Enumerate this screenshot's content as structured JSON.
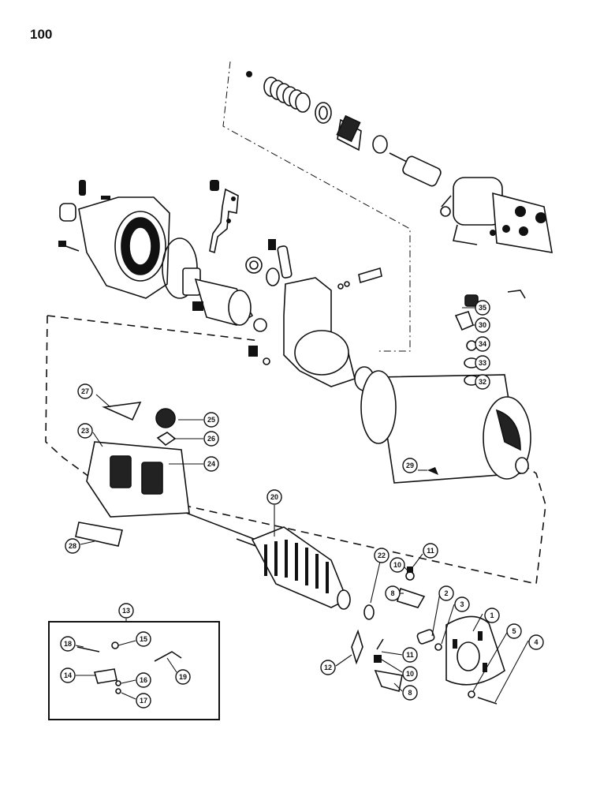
{
  "page": {
    "number": "100"
  },
  "callouts": [
    {
      "id": "c1",
      "label": "1"
    },
    {
      "id": "c2",
      "label": "2"
    },
    {
      "id": "c3",
      "label": "3"
    },
    {
      "id": "c4",
      "label": "4"
    },
    {
      "id": "c5",
      "label": "5"
    },
    {
      "id": "c8a",
      "label": "8"
    },
    {
      "id": "c8b",
      "label": "8"
    },
    {
      "id": "c10a",
      "label": "10"
    },
    {
      "id": "c10b",
      "label": "10"
    },
    {
      "id": "c11a",
      "label": "11"
    },
    {
      "id": "c11b",
      "label": "11"
    },
    {
      "id": "c12",
      "label": "12"
    },
    {
      "id": "c13",
      "label": "13"
    },
    {
      "id": "c14",
      "label": "14"
    },
    {
      "id": "c15",
      "label": "15"
    },
    {
      "id": "c16",
      "label": "16"
    },
    {
      "id": "c17",
      "label": "17"
    },
    {
      "id": "c18",
      "label": "18"
    },
    {
      "id": "c19",
      "label": "19"
    },
    {
      "id": "c20",
      "label": "20"
    },
    {
      "id": "c22",
      "label": "22"
    },
    {
      "id": "c23",
      "label": "23"
    },
    {
      "id": "c24",
      "label": "24"
    },
    {
      "id": "c25",
      "label": "25"
    },
    {
      "id": "c26",
      "label": "26"
    },
    {
      "id": "c27",
      "label": "27"
    },
    {
      "id": "c28",
      "label": "28"
    },
    {
      "id": "c29",
      "label": "29"
    },
    {
      "id": "c30",
      "label": "30"
    },
    {
      "id": "c32",
      "label": "32"
    },
    {
      "id": "c33",
      "label": "33"
    },
    {
      "id": "c34",
      "label": "34"
    },
    {
      "id": "c35",
      "label": "35"
    }
  ]
}
